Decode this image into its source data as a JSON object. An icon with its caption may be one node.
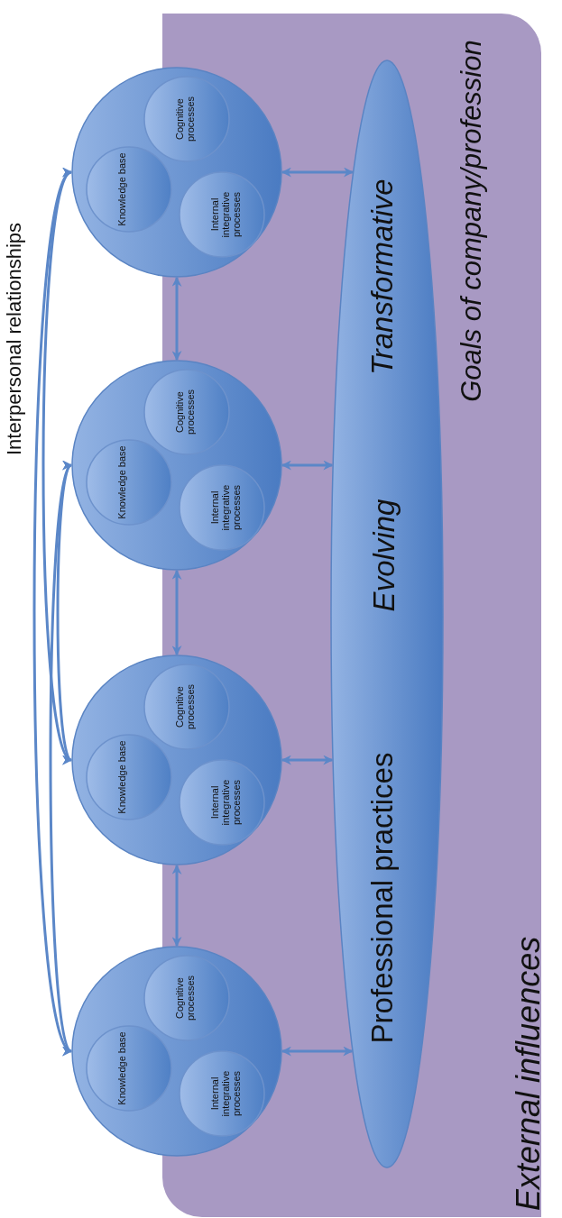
{
  "diagram": {
    "nodes": [
      {
        "text": [
          "Goals of company/profession"
        ]
      },
      {
        "text": [
          "Professional practices",
          "Evolving",
          "Transformative"
        ],
        "in": 0
      },
      {
        "text": [],
        "shape": "circle"
      },
      {
        "text": [
          "Knowledge base"
        ],
        "in": 2
      },
      {
        "text": [
          "Cognitive processes"
        ],
        "in": 2
      },
      {
        "text": [
          "Internal integrative processes"
        ]
      },
      {
        "text": [],
        "shape": "circle"
      },
      {
        "text": [
          "Knowledge base"
        ],
        "in": 6
      },
      {
        "text": [
          "Cognitive processes"
        ],
        "in": 6
      },
      {
        "text": [
          "Internal integrative processes"
        ]
      },
      {
        "text": [],
        "shape": "circle"
      },
      {
        "text": [
          "Knowledge base"
        ],
        "in": 10
      },
      {
        "text": [
          "Cognitive processes"
        ],
        "in": 10
      },
      {
        "text": [
          "Internal integrative processes"
        ]
      },
      {
        "text": [],
        "shape": "circle"
      },
      {
        "text": [
          "Knowledge base"
        ],
        "in": 14
      },
      {
        "text": [
          "Cognitive processes"
        ],
        "in": 14
      },
      {
        "text": [
          "Internal integrative processes"
        ]
      }
    ],
    "edges": [
      {
        "from": 2,
        "to": 6,
        "arrow": "both"
      },
      {
        "from": 6,
        "to": 10,
        "arrow": "both"
      },
      {
        "from": 10,
        "to": 14,
        "arrow": "both"
      },
      {
        "from": 2,
        "to": 1,
        "arrow": "both"
      },
      {
        "from": 6,
        "to": 1,
        "arrow": "both"
      },
      {
        "from": 10,
        "to": 1,
        "arrow": "both"
      },
      {
        "from": 14,
        "to": 1,
        "arrow": "both"
      },
      {
        "from": 2,
        "to": 14,
        "arrow": "both"
      },
      {
        "from": 6,
        "to": 14,
        "arrow": "both"
      },
      {
        "from": 2,
        "to": 10,
        "arrow": "both"
      },
      {
        "from": 6,
        "to": 10,
        "arrow": "both"
      }
    ],
    "labels": [
      "Interpersonal relationships",
      "External influences"
    ]
  }
}
